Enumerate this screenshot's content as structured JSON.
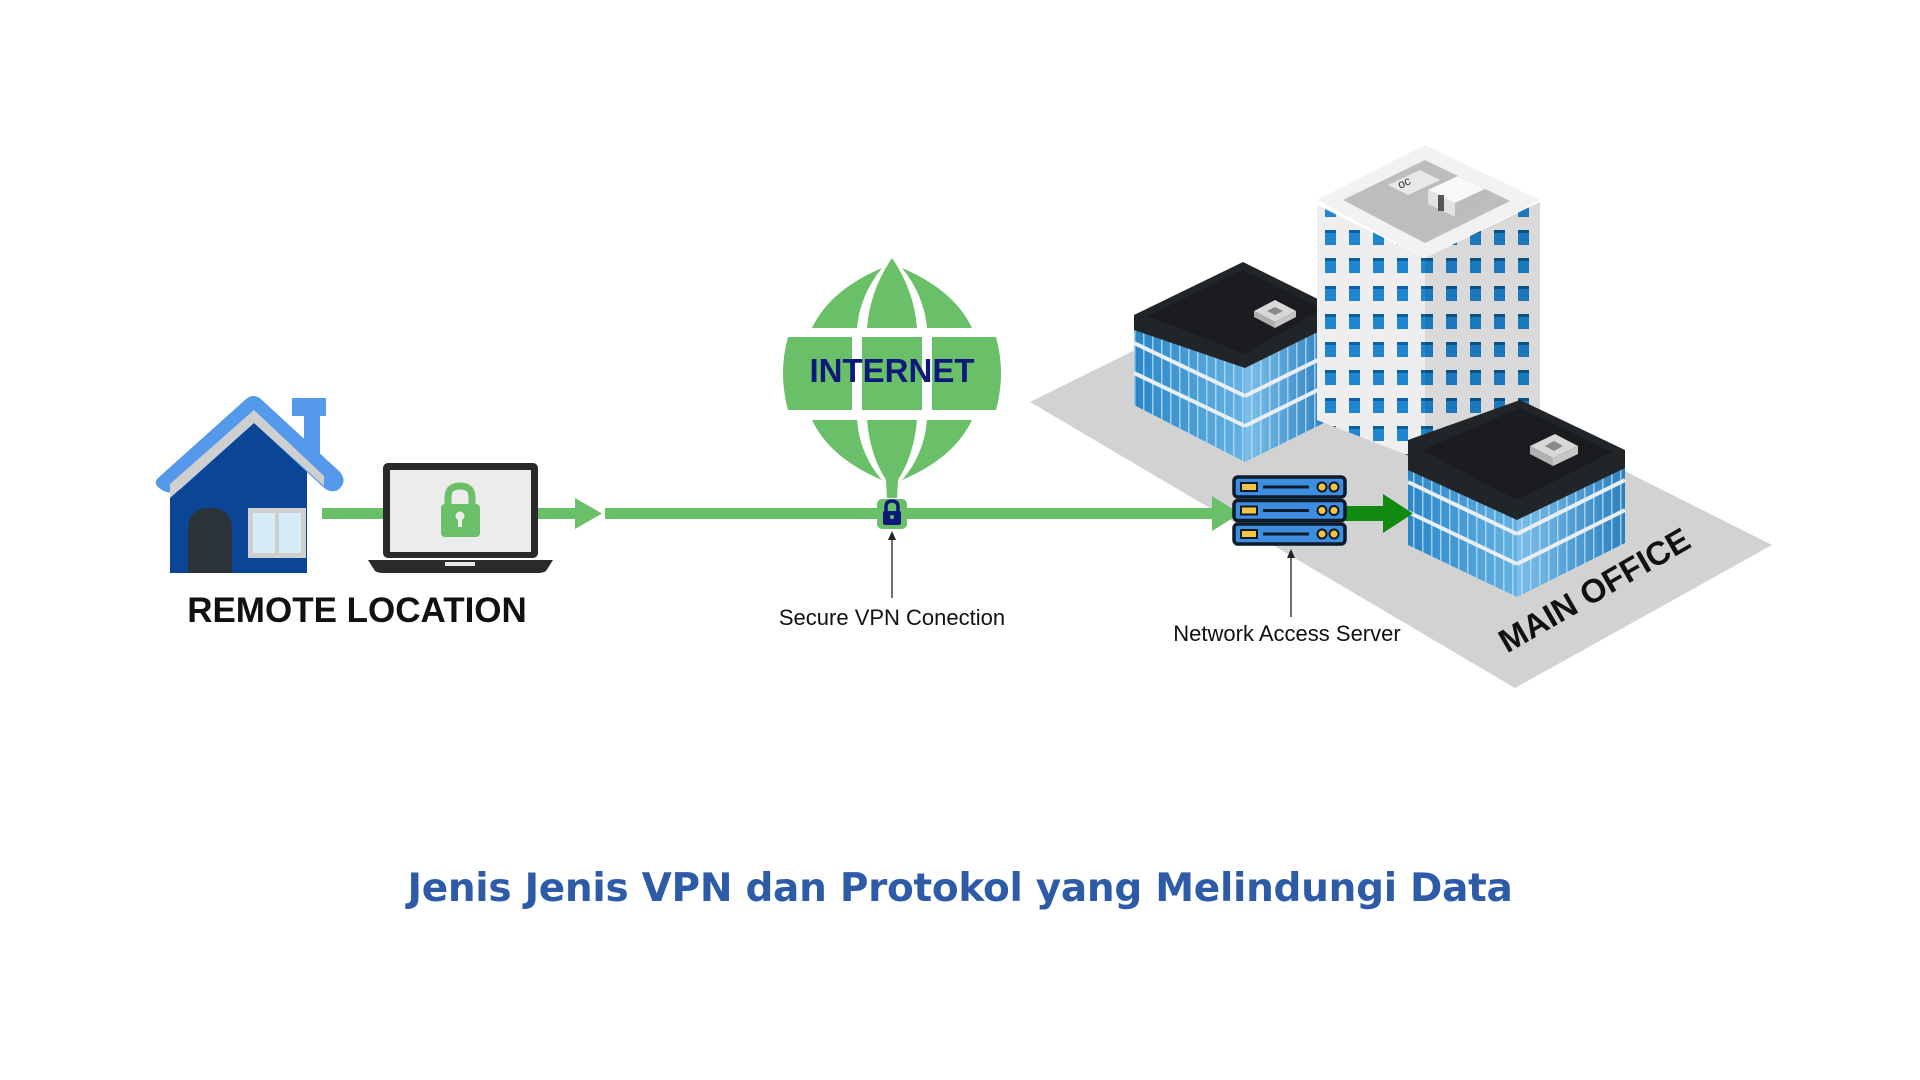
{
  "diagram": {
    "remote_label": "REMOTE LOCATION",
    "internet_label": "INTERNET",
    "vpn_label": "Secure VPN Conection",
    "server_label": "Network Access Server",
    "office_label": "MAIN OFFICE",
    "icons": {
      "house": "house-icon",
      "laptop": "laptop-icon",
      "laptop_lock": "lock-icon",
      "globe": "globe-icon",
      "tunnel_lock": "lock-icon",
      "server": "server-rack-icon",
      "buildings": "office-buildings-icon"
    },
    "colors": {
      "connection_line": "#6abf69",
      "server_to_office_arrow": "#108a10",
      "globe": "#6abf69",
      "globe_text": "#0d1a7a",
      "house_roof": "#5599ea",
      "house_body": "#0a4596",
      "server_blue": "#3d8de0",
      "title": "#2e5ba8"
    }
  },
  "title": "Jenis Jenis VPN dan Protokol yang Melindungi Data"
}
